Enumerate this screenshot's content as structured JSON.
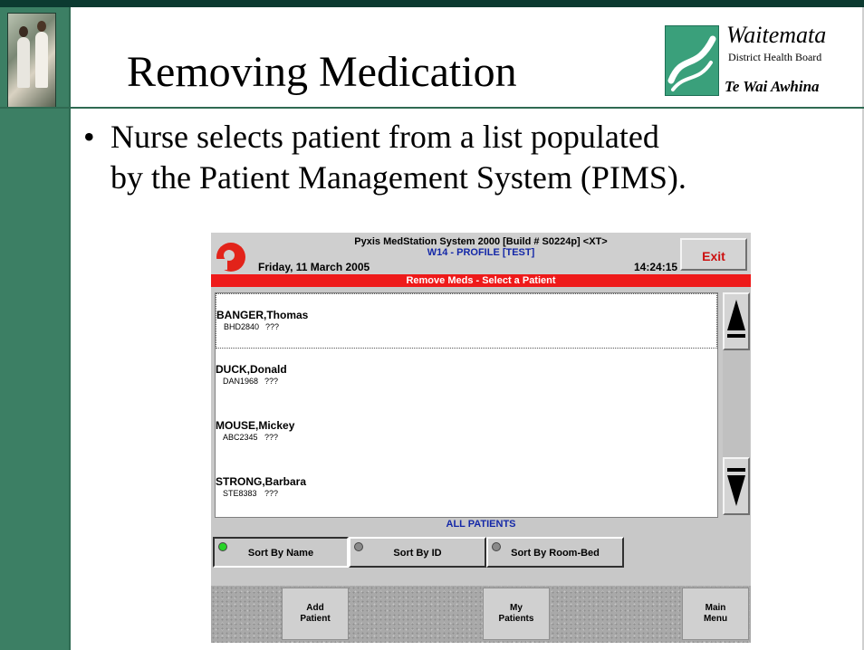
{
  "slide": {
    "title": "Removing Medication",
    "bullet": "•",
    "bullet_line1": "Nurse selects patient from a list populated",
    "bullet_line2": "by the Patient Management System (PIMS).",
    "logo": {
      "name": "Waitemata",
      "subtitle": "District Health Board",
      "motto": "Te Wai Awhina"
    }
  },
  "pyxis": {
    "system_title": "Pyxis MedStation System 2000 [Build # S0224p] <XT>",
    "subtitle": "W14 - PROFILE [TEST]",
    "date": "Friday, 11 March 2005",
    "time": "14:24:15",
    "exit_label": "Exit",
    "banner": "Remove Meds - Select a Patient",
    "patients": [
      {
        "name": "BANGER,Thomas",
        "id": "BHD2840",
        "extra": "???"
      },
      {
        "name": "DUCK,Donald",
        "id": "DAN1968",
        "extra": "???"
      },
      {
        "name": "MOUSE,Mickey",
        "id": "ABC2345",
        "extra": "???"
      },
      {
        "name": "STRONG,Barbara",
        "id": "STE8383",
        "extra": "???"
      }
    ],
    "filter_label": "ALL PATIENTS",
    "sort_buttons": [
      {
        "label": "Sort By Name",
        "active": true
      },
      {
        "label": "Sort By ID",
        "active": false
      },
      {
        "label": "Sort By Room-Bed",
        "active": false
      }
    ],
    "nav_buttons": [
      {
        "line1": "Add",
        "line2": "Patient"
      },
      {
        "line1": "My",
        "line2": "Patients"
      },
      {
        "line1": "Main",
        "line2": "Menu"
      }
    ]
  },
  "colors": {
    "slide_green": "#3c7f64",
    "pyxis_red": "#ee1a1a",
    "pyxis_blue": "#1428a8",
    "led_green": "#28d428"
  }
}
